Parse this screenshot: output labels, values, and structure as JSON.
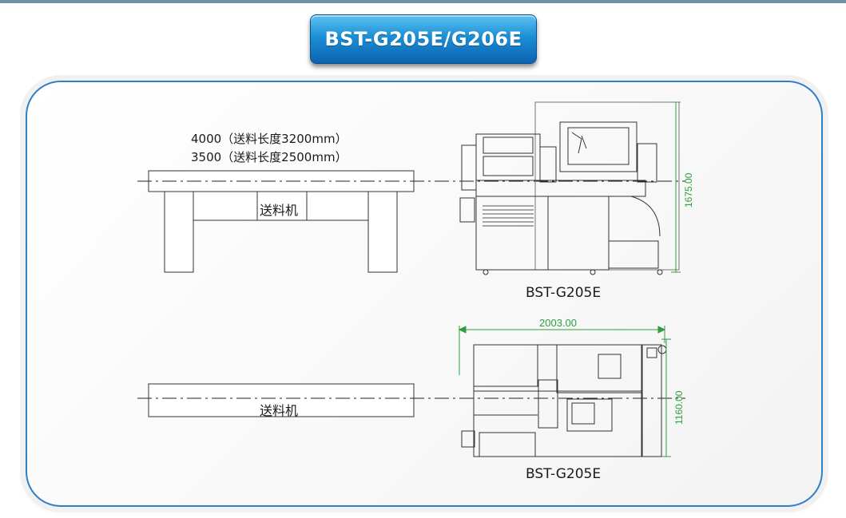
{
  "title": "BST-G205E/G206E",
  "side_view": {
    "bar_length_line1": "4000（送料长度3200mm）",
    "bar_length_line2": "3500（送料长度2500mm）",
    "feeder_label": "送料机",
    "machine_label": "BST-G205E",
    "height_dimension": "1675.00"
  },
  "top_view": {
    "feeder_label": "送料机",
    "machine_label": "BST-G205E",
    "width_dimension": "2003.00",
    "depth_dimension": "1160.00"
  },
  "colors": {
    "badge": "#1b8fd6",
    "panel_border": "#2f7fc8",
    "dimension": "#2e9e3e",
    "line": "#333333"
  }
}
